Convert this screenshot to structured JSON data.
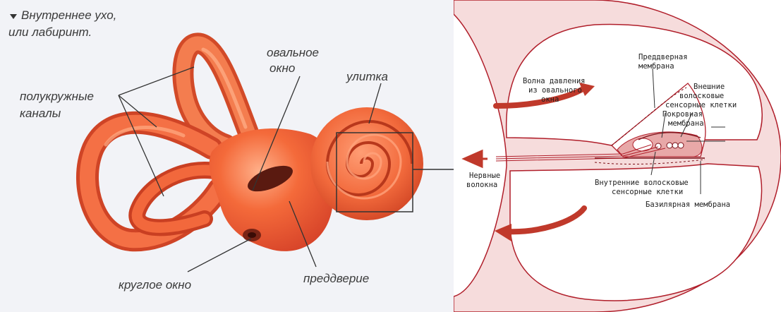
{
  "colors": {
    "organ": "#f26a3c",
    "organ_dark": "#c73d1e",
    "organ_light": "#ff9a70",
    "cochlea_outline": "#b01e2a",
    "cochlea_fill": "#f6dcdc",
    "membrane_fill": "#e8a8a8",
    "arrow": "#c0392b",
    "left_bg": "#f2f3f7"
  },
  "left": {
    "title_lines": [
      "Внутреннее ухо,",
      "или лабиринт."
    ],
    "labels": {
      "semicircular": [
        "полукружные",
        "каналы"
      ],
      "oval_window": [
        "овальное",
        "окно"
      ],
      "cochlea": "улитка",
      "round_window": "круглое окно",
      "vestibule": "преддверие"
    },
    "icons": {
      "title_marker": "triangle-down-icon"
    }
  },
  "right": {
    "labels": {
      "pressure_wave": [
        "Волна давления",
        "из овального",
        "окна"
      ],
      "vestibular_membrane": [
        "Преддверная",
        "мембрана"
      ],
      "outer_hair_cells": [
        "Внешние",
        "волосковые",
        "сенсорные клетки"
      ],
      "tectorial_membrane": [
        "Покровная",
        "мембрана"
      ],
      "nerve_fibers": [
        "Нервные",
        "волокна"
      ],
      "inner_hair_cells": [
        "Внутренние волосковые",
        "сенсорные клетки"
      ],
      "basilar_membrane": "Базилярная мембрана"
    }
  }
}
